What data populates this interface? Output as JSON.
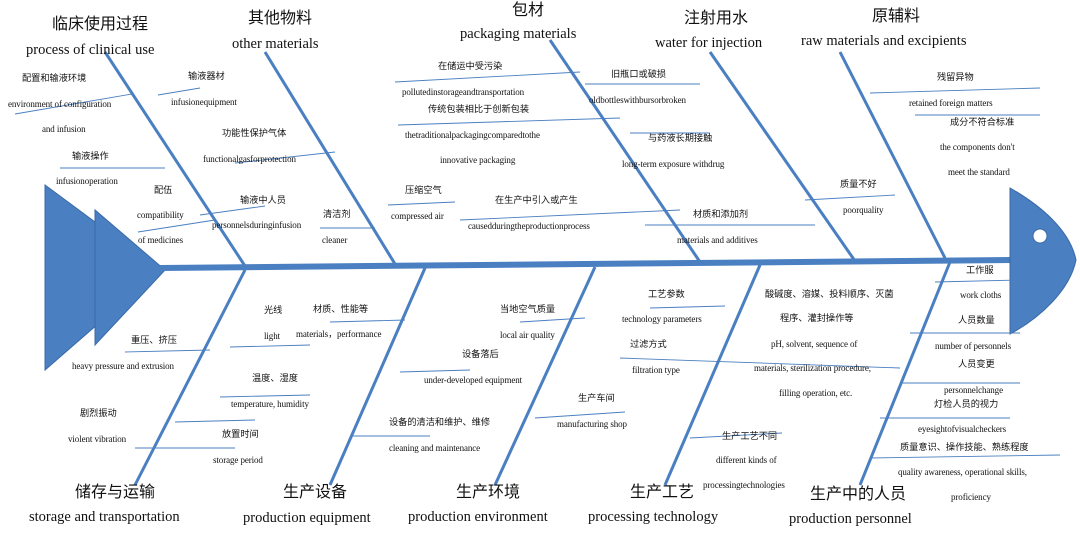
{
  "categories_top": [
    {
      "zh": "临床使用过程",
      "en": "process of clinical use"
    },
    {
      "zh": "其他物料",
      "en": "other materials"
    },
    {
      "zh": "包材",
      "en": "packaging materials"
    },
    {
      "zh": "注射用水",
      "en": "water for injection"
    },
    {
      "zh": "原辅料",
      "en": "raw materials and excipients"
    }
  ],
  "categories_bottom": [
    {
      "zh": "储存与运输",
      "en": "storage and transportation"
    },
    {
      "zh": "生产设备",
      "en": "production equipment"
    },
    {
      "zh": "生产环境",
      "en": "production environment"
    },
    {
      "zh": "生产工艺",
      "en": "processing technology"
    },
    {
      "zh": "生产中的人员",
      "en": "production personnel"
    }
  ],
  "causes": {
    "clinical": [
      {
        "zh": "配置和输液环境",
        "en": [
          "environment of configuration",
          "and infusion"
        ]
      },
      {
        "zh": "输液器材",
        "en": [
          "infusionequipment"
        ]
      },
      {
        "zh": "输液操作",
        "en": [
          "infusionoperation"
        ]
      },
      {
        "zh": "配伍",
        "en": [
          "compatibility",
          "of medicines"
        ]
      },
      {
        "zh": "输液中人员",
        "en": [
          "personnelsduringinfusion"
        ]
      }
    ],
    "other": [
      {
        "zh": "功能性保护气体",
        "en": [
          "functionalgasforprotection"
        ]
      },
      {
        "zh": "压缩空气",
        "en": [
          "compressed air"
        ]
      },
      {
        "zh": "清洁剂",
        "en": [
          "cleaner"
        ]
      }
    ],
    "packaging": [
      {
        "zh": "在储运中受污染",
        "en": [
          "pollutedinstorageandtransportation"
        ]
      },
      {
        "zh": "旧瓶口或破损",
        "en": [
          "oldbottleswithbursorbroken"
        ]
      },
      {
        "zh": "传统包装相比于创新包装",
        "en": [
          "thetraditionalpackagingcomparedtothe",
          "innovative packaging"
        ]
      },
      {
        "zh": "与药液长期接触",
        "en": [
          "long-term exposure withdrug"
        ]
      },
      {
        "zh": "在生产中引入或产生",
        "en": [
          "causedduringtheproductionprocess"
        ]
      }
    ],
    "water": [
      {
        "zh": "材质和添加剂",
        "en": [
          "materials and additives"
        ]
      }
    ],
    "raw": [
      {
        "zh": "残留异物",
        "en": [
          "retained foreign matters"
        ]
      },
      {
        "zh": "成分不符合标准",
        "en": [
          "the components don't",
          "meet the standard"
        ]
      },
      {
        "zh": "质量不好",
        "en": [
          "poorquality"
        ]
      }
    ],
    "storage": [
      {
        "zh": "重压、挤压",
        "en": [
          "heavy pressure and extrusion"
        ]
      },
      {
        "zh": "剧烈振动",
        "en": [
          "violent vibration"
        ]
      },
      {
        "zh": "光线",
        "en": [
          "light"
        ]
      },
      {
        "zh": "温度、湿度",
        "en": [
          "temperature, humidity"
        ]
      },
      {
        "zh": "放置时间",
        "en": [
          "storage period"
        ]
      }
    ],
    "equipment": [
      {
        "zh": "材质、性能等",
        "en": [
          "materials，performance"
        ]
      },
      {
        "zh": "设备落后",
        "en": [
          "under-developed equipment"
        ]
      },
      {
        "zh": "设备的清洁和维护、维修",
        "en": [
          "cleaning and maintenance"
        ]
      }
    ],
    "environment": [
      {
        "zh": "当地空气质量",
        "en": [
          "local air quality"
        ]
      },
      {
        "zh": "生产车间",
        "en": [
          "manufacturing shop"
        ]
      }
    ],
    "technology": [
      {
        "zh": "工艺参数",
        "en": [
          "technology parameters"
        ]
      },
      {
        "zh": "过滤方式",
        "en": [
          "filtration type"
        ]
      },
      {
        "zh": "生产工艺不同",
        "en": [
          "different kinds of",
          "processingtechnologies"
        ]
      },
      {
        "zh": "酸碱度、溶媒、投料顺序、灭菌",
        "en": [
          "程序、灌封操作等",
          "pH, solvent, sequence of",
          "materials, sterilization procedure,",
          "filling operation, etc."
        ]
      }
    ],
    "personnel": [
      {
        "zh": "工作服",
        "en": [
          "work cloths"
        ]
      },
      {
        "zh": "人员数量",
        "en": [
          "number of personnels"
        ]
      },
      {
        "zh": "人员变更",
        "en": [
          "personnelchange"
        ]
      },
      {
        "zh": "灯检人员的视力",
        "en": [
          "eyesightofvisualcheckers"
        ]
      },
      {
        "zh": "质量意识、操作技能、熟练程度",
        "en": [
          "quality awareness, operational skills,",
          "proficiency"
        ]
      }
    ]
  },
  "colors": {
    "line": "#4a7fc1",
    "fill": "#4a7fc1",
    "text": "#111111",
    "background": "#ffffff"
  }
}
